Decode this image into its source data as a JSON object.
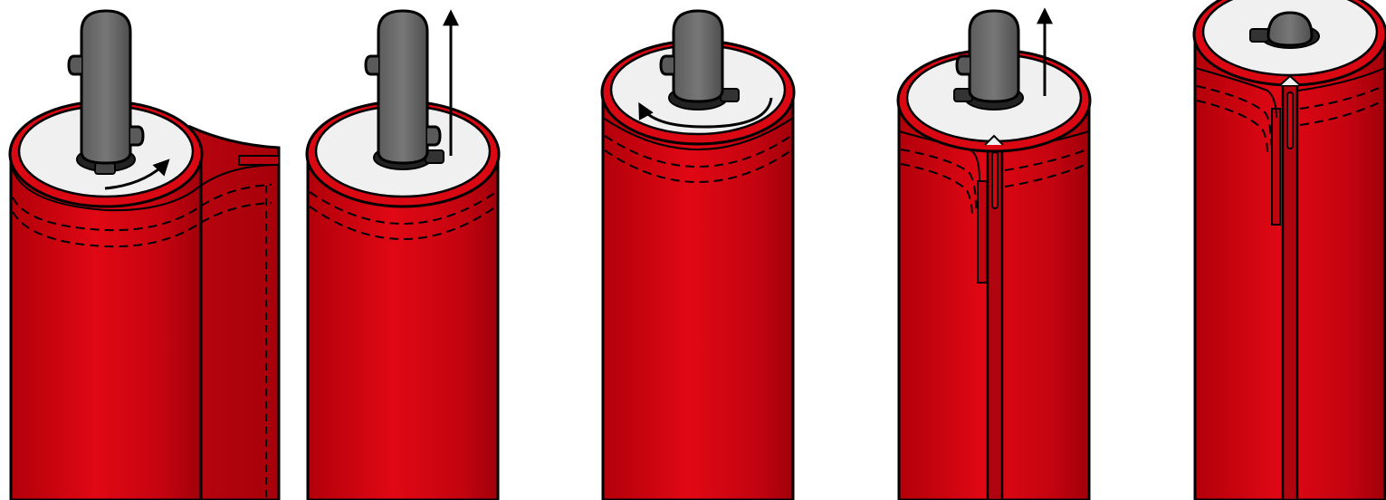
{
  "diagram": {
    "steps": [
      {
        "id": 1,
        "rotation": "clockwise",
        "lift": false,
        "tail": "open"
      },
      {
        "id": 2,
        "rotation": "none",
        "lift": true,
        "tail": "none"
      },
      {
        "id": 3,
        "rotation": "counterclockwise",
        "lift": false,
        "tail": "none"
      },
      {
        "id": 4,
        "rotation": "none",
        "lift": true,
        "tail": "tucked"
      },
      {
        "id": 5,
        "rotation": "none",
        "lift": false,
        "tail": "sealed"
      }
    ],
    "colors": {
      "fabric": "#d90812",
      "fabric_dark": "#a8000a",
      "outline": "#000000",
      "cap": "#f0f0f0",
      "rod": "#555555",
      "rod_light": "#7a7a7a"
    }
  }
}
